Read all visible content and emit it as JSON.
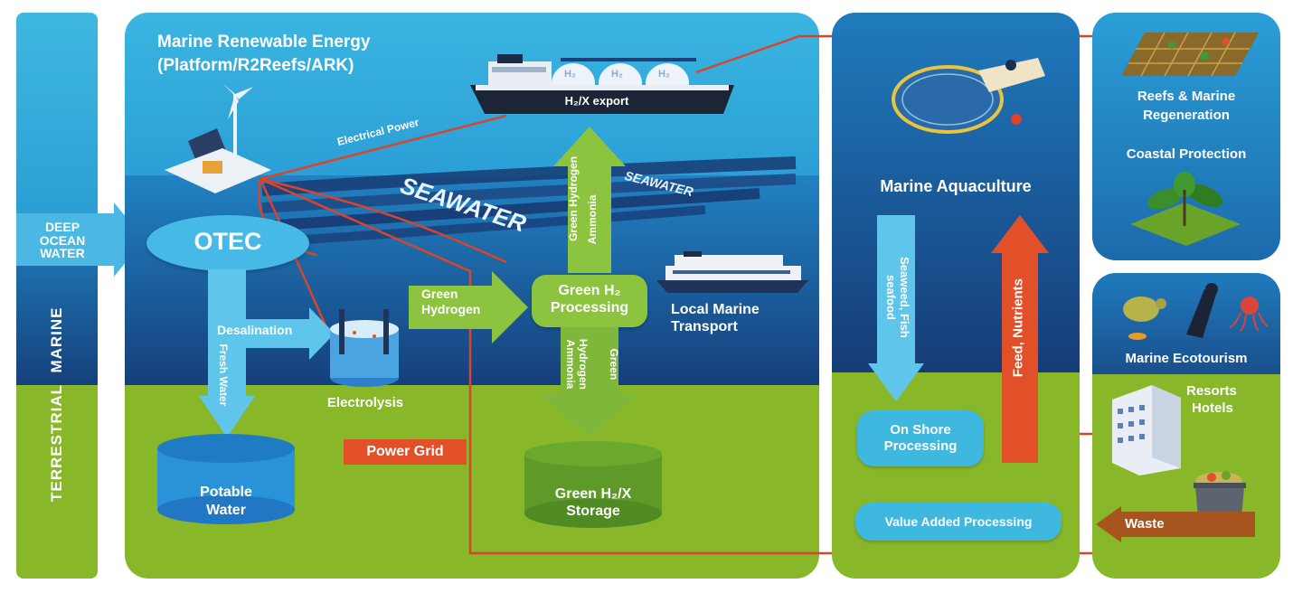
{
  "colors": {
    "sky": "#3fb8e0",
    "ocean_top": "#1f8fc8",
    "ocean_deep": "#153c77",
    "ground": "#88b72a",
    "arrow_blue": "#5fc5ea",
    "arrow_green": "#8dc43f",
    "accent_red": "#e2502a",
    "line_red": "#d9452b",
    "waste_brown": "#a8541f"
  },
  "left_bar": {
    "deep_ocean_label": "DEEP\nOCEAN\nWATER",
    "marine_label": "MARINE",
    "terrestrial_label": "TERRESTRIAL"
  },
  "main_panel": {
    "title_line1": "Marine Renewable Energy",
    "title_line2": "(Platform/R2Reefs/ARK)",
    "electrical_power": "Electrical Power",
    "export_label": "H₂/X export",
    "h2_tank": "H₂",
    "seawater_1": "SEAWATER",
    "seawater_2": "SEAWATER",
    "otec": "OTEC",
    "desalination": "Desalination",
    "fresh_water": "Fresh Water",
    "electrolysis": "Electrolysis",
    "potable_water_1": "Potable",
    "potable_water_2": "Water",
    "power_grid": "Power Grid",
    "green_hydrogen_1": "Green",
    "green_hydrogen_2": "Hydrogen",
    "processing_1": "Green H₂",
    "processing_2": "Processing",
    "up_arrow_1": "Green Hydrogen",
    "up_arrow_2": "Ammonia",
    "down_arrow_1": "Green",
    "down_arrow_2": "Hydrogen",
    "down_arrow_3": "Ammonia",
    "storage_1": "Green H₂/X",
    "storage_2": "Storage",
    "local_transport_1": "Local Marine",
    "local_transport_2": "Transport"
  },
  "aquaculture_panel": {
    "title": "Marine Aquaculture",
    "down_arrow": "Seaweed, Fish seafood",
    "up_arrow": "Feed, Nutrients",
    "onshore_1": "On Shore",
    "onshore_2": "Processing",
    "value_added": "Value Added Processing"
  },
  "reefs_panel": {
    "reefs_1": "Reefs & Marine",
    "reefs_2": "Regeneration",
    "coastal": "Coastal Protection"
  },
  "tourism_panel": {
    "ecotourism": "Marine Ecotourism",
    "resorts": "Resorts",
    "hotels": "Hotels",
    "waste": "Waste"
  }
}
